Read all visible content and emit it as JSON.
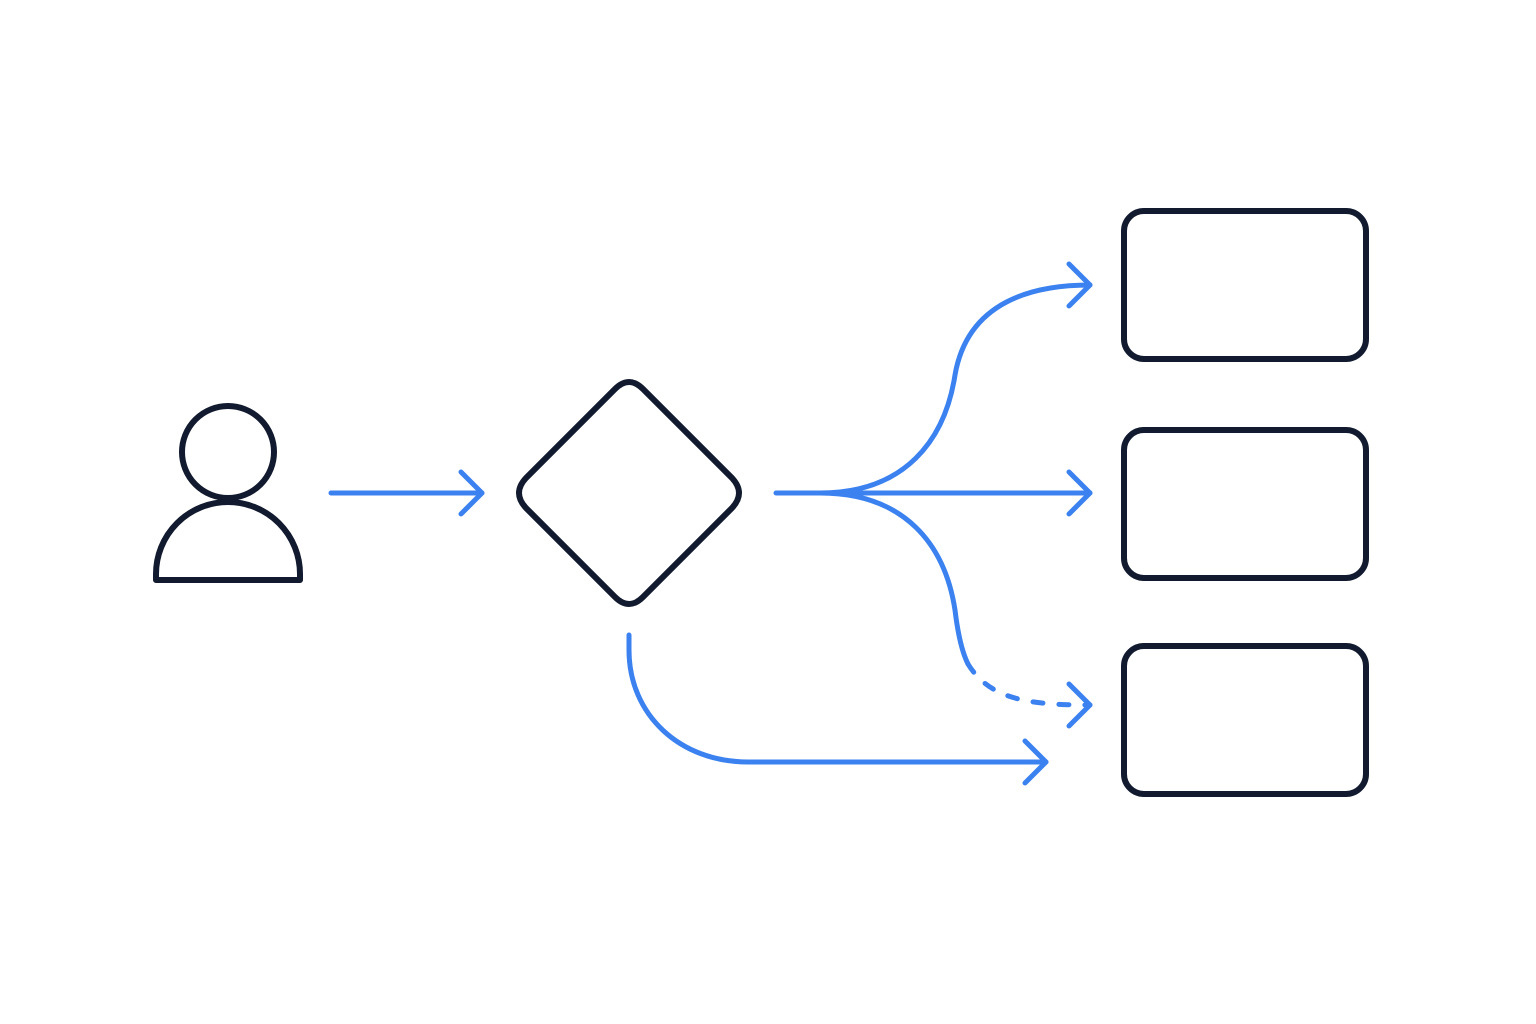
{
  "colors": {
    "background": "#ffffff",
    "node_outline": "#111a2e",
    "edge": "#3b82f0"
  },
  "nodes": [
    {
      "id": "user",
      "shape": "person-icon"
    },
    {
      "id": "decision",
      "shape": "diamond"
    },
    {
      "id": "target-top",
      "shape": "rounded-rectangle"
    },
    {
      "id": "target-middle",
      "shape": "rounded-rectangle"
    },
    {
      "id": "target-bottom",
      "shape": "rounded-rectangle"
    }
  ],
  "edges": [
    {
      "from": "user",
      "to": "decision",
      "style": "solid"
    },
    {
      "from": "decision",
      "to": "target-top",
      "style": "solid"
    },
    {
      "from": "decision",
      "to": "target-middle",
      "style": "solid"
    },
    {
      "from": "decision",
      "to": "target-bottom",
      "style": "dashed"
    },
    {
      "from": "decision",
      "to": "target-bottom",
      "style": "solid"
    }
  ]
}
